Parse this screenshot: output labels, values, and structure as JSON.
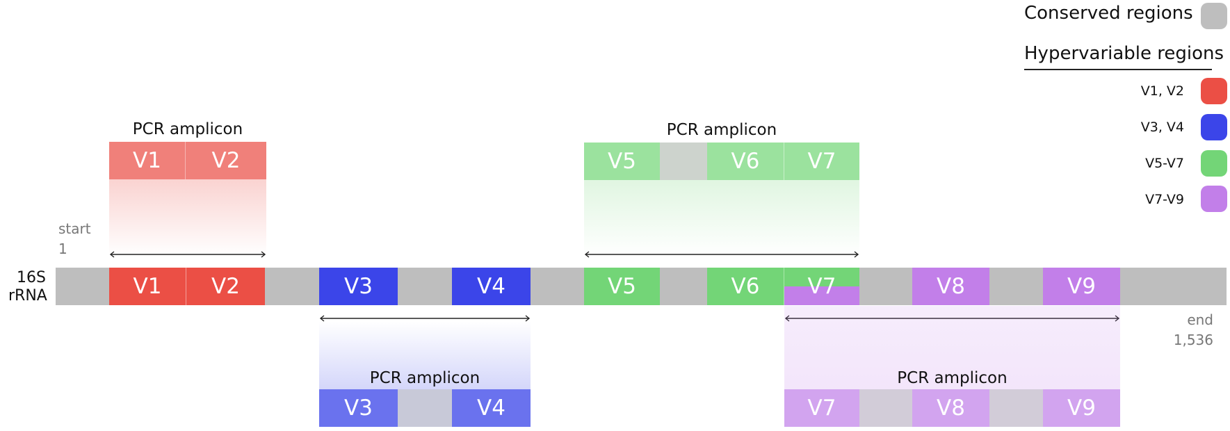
{
  "legend": {
    "conserved_label": "Conserved regions",
    "hypervariable_title": "Hypervariable regions",
    "items": [
      {
        "label": "V1, V2",
        "color": "#eb4f45"
      },
      {
        "label": "V3, V4",
        "color": "#3b45e9"
      },
      {
        "label": "V5-V7",
        "color": "#73d577"
      },
      {
        "label": "V7-V9",
        "color": "#c27fe9"
      }
    ],
    "conserved_color": "#bebebe"
  },
  "strand": {
    "label_line1": "16S",
    "label_line2": "rRNA",
    "start_label": "start",
    "start_value": "1",
    "end_label": "end",
    "end_value": "1,536",
    "regions": {
      "v1": "V1",
      "v2": "V2",
      "v3": "V3",
      "v4": "V4",
      "v5": "V5",
      "v6": "V6",
      "v7": "V7",
      "v8": "V8",
      "v9": "V9"
    }
  },
  "amplicons": [
    {
      "title": "PCR amplicon",
      "regions": [
        "V1",
        "V2"
      ]
    },
    {
      "title": "PCR amplicon",
      "regions": [
        "V3",
        "V4"
      ]
    },
    {
      "title": "PCR amplicon",
      "regions": [
        "V5",
        "V6",
        "V7"
      ]
    },
    {
      "title": "PCR amplicon",
      "regions": [
        "V7",
        "V8",
        "V9"
      ]
    }
  ]
}
